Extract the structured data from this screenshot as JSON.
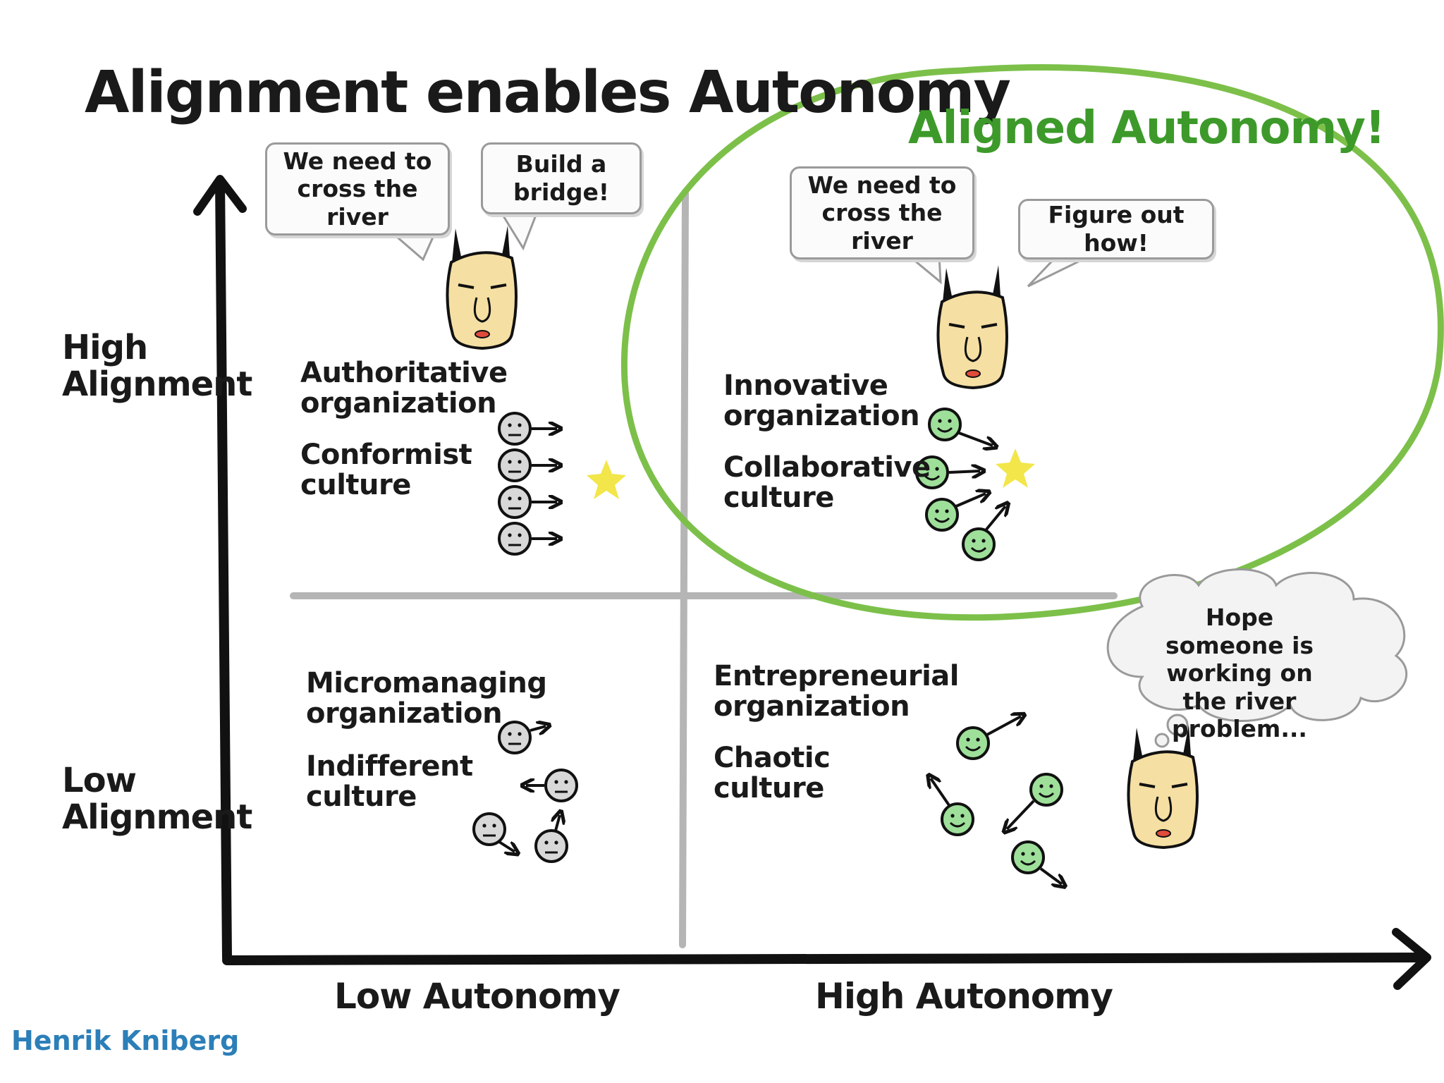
{
  "title": "Alignment enables Autonomy",
  "highlight_label": "Aligned Autonomy!",
  "y_axis": {
    "high": "High Alignment",
    "low": "Low Alignment"
  },
  "x_axis": {
    "low": "Low Autonomy",
    "high": "High Autonomy"
  },
  "quadrants": {
    "top_left": {
      "org": "Authoritative organization",
      "culture": "Conformist culture"
    },
    "top_right": {
      "org": "Innovative organization",
      "culture": "Collaborative culture"
    },
    "bottom_left": {
      "org": "Micromanaging organization",
      "culture": "Indifferent culture"
    },
    "bottom_right": {
      "org": "Entrepreneurial organization",
      "culture": "Chaotic culture"
    }
  },
  "bubbles": {
    "tl_1": "We need to cross the river",
    "tl_2": "Build a bridge!",
    "tr_1": "We need to cross the river",
    "tr_2": "Figure out how!",
    "br_thought": "Hope someone is working on the river problem..."
  },
  "credit": "Henrik Kniberg",
  "colors": {
    "green": "#3d9a2a",
    "face_grey": "#d8d8d8",
    "face_green": "#9ee09a",
    "boss_skin": "#f5dfa3",
    "axis": "#111111",
    "divider": "#b5b5b5",
    "credit": "#2c7fb8"
  }
}
